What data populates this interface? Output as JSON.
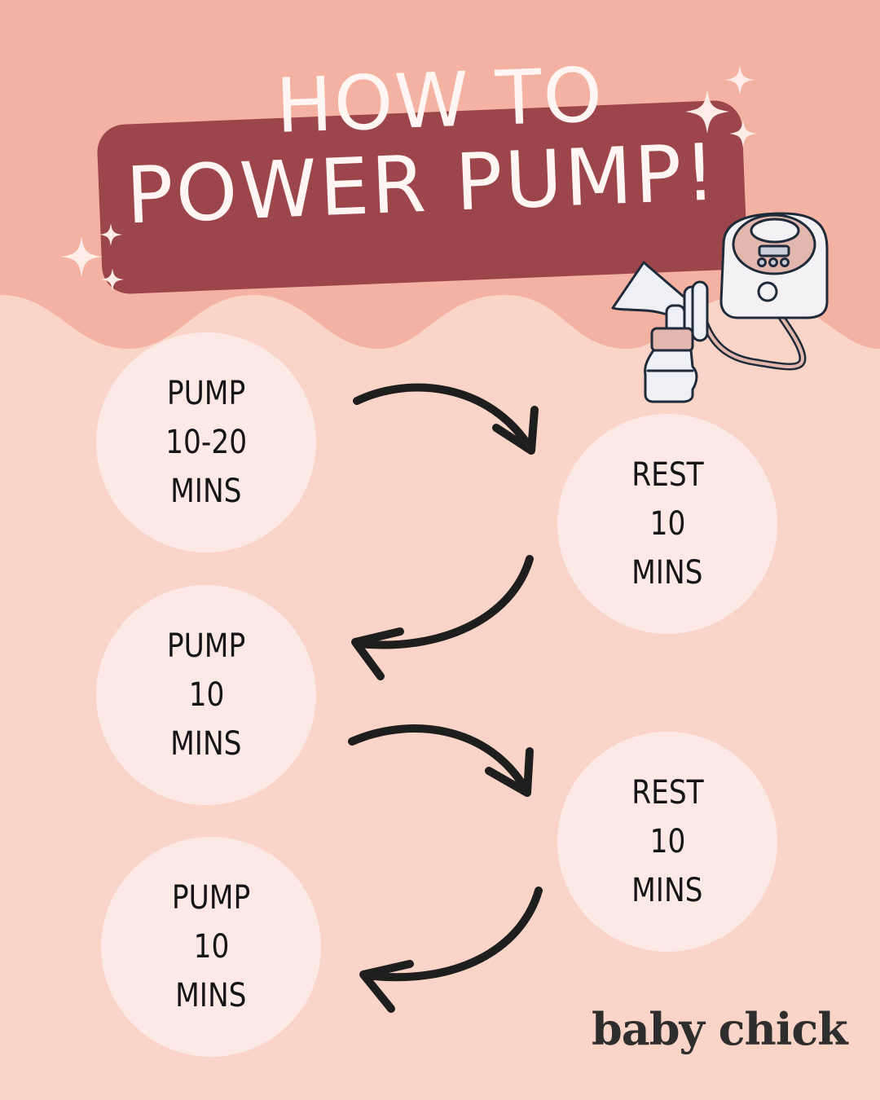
{
  "title": {
    "line1": "HOW TO",
    "line2": "POWER PUMP!"
  },
  "steps": [
    {
      "action": "PUMP",
      "duration": "10-20",
      "unit": "MINS"
    },
    {
      "action": "REST",
      "duration": "10",
      "unit": "MINS"
    },
    {
      "action": "PUMP",
      "duration": "10",
      "unit": "MINS"
    },
    {
      "action": "REST",
      "duration": "10",
      "unit": "MINS"
    },
    {
      "action": "PUMP",
      "duration": "10",
      "unit": "MINS"
    }
  ],
  "brand": {
    "logo_text": "baby chick"
  },
  "icons": {
    "illustration": "breast-pump-illustration",
    "decorations": [
      "sparkle-icon",
      "arrow-icon"
    ]
  },
  "colors": {
    "background_top": "#F4B3A2",
    "background_bottom": "#F9D4C7",
    "banner": "#9C454B",
    "circle": "#FCE9E5",
    "title_text": "#FFF6F3",
    "step_text": "#151515",
    "arrow": "#1E1E1E",
    "logo": "#2E2E2E"
  }
}
